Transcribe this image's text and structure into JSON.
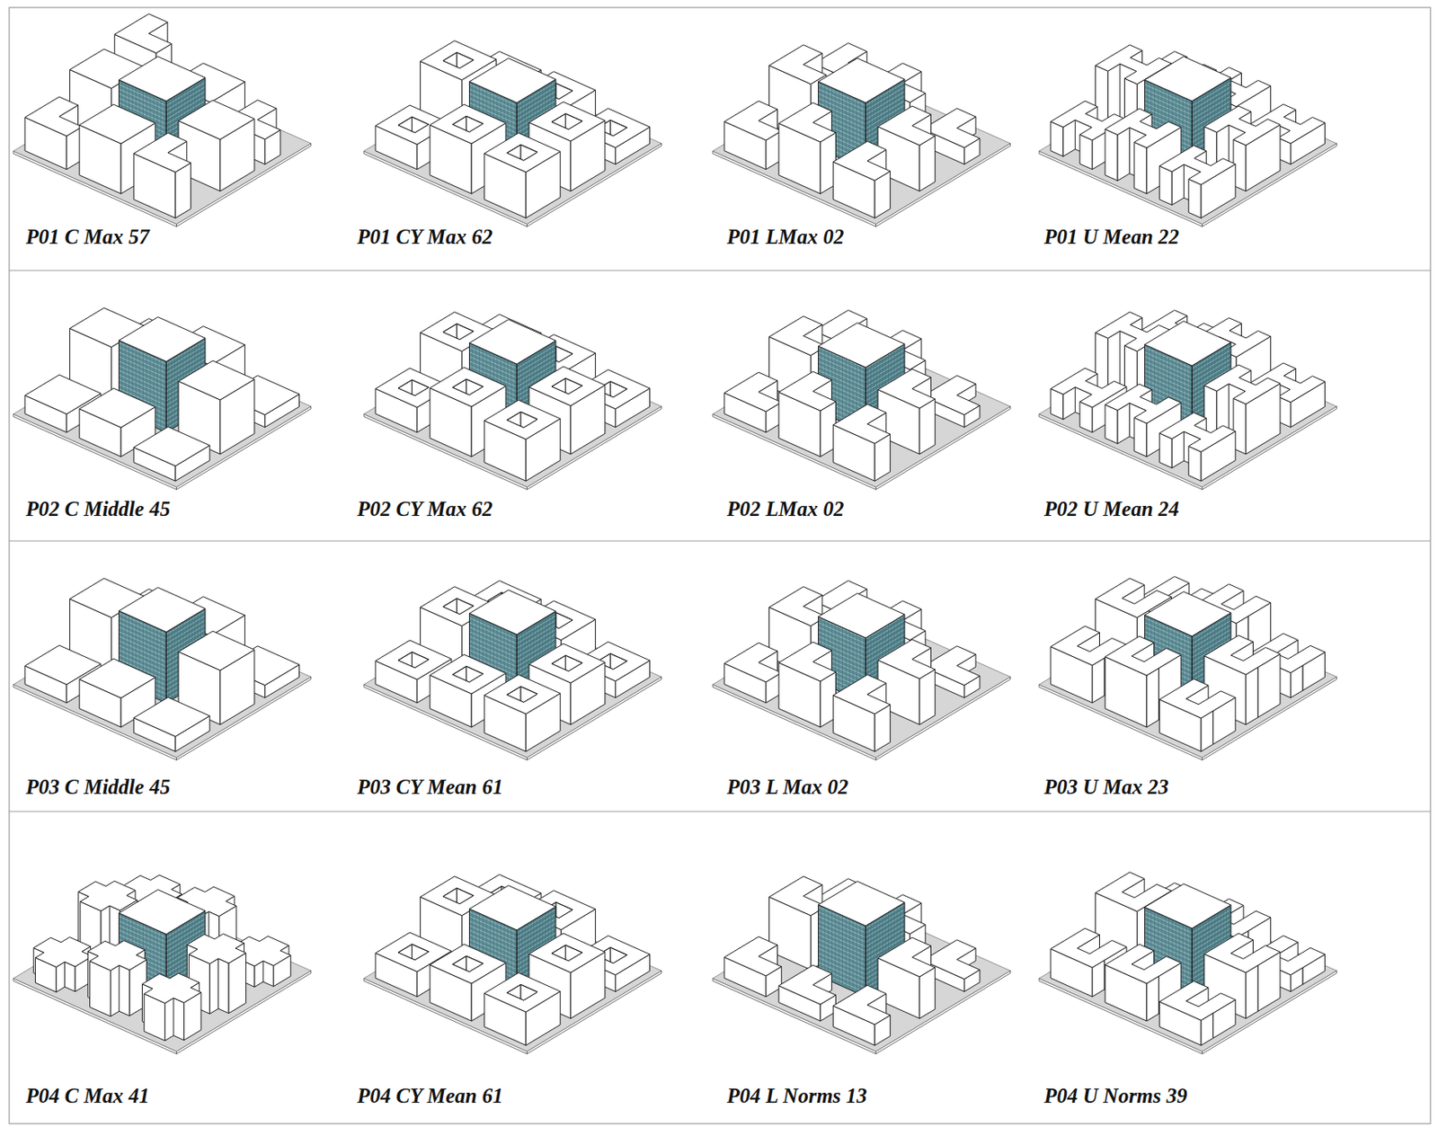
{
  "diagram": {
    "labels": [
      "P01 C Max 57",
      "P01 CY Max 62",
      "P01 LMax 02",
      "P01 U Mean 22",
      "P02 C Middle 45",
      "P02 CY Max 62",
      "P02 LMax 02",
      "P02 U Mean 24",
      "P03 C Middle 45",
      "P03 CY Mean 61",
      "P03 L Max 02",
      "P03 U Max 23",
      "P04 C Max 41",
      "P04 CY Mean 61",
      "P04 L Norms 13",
      "P04 U Norms 39"
    ]
  }
}
